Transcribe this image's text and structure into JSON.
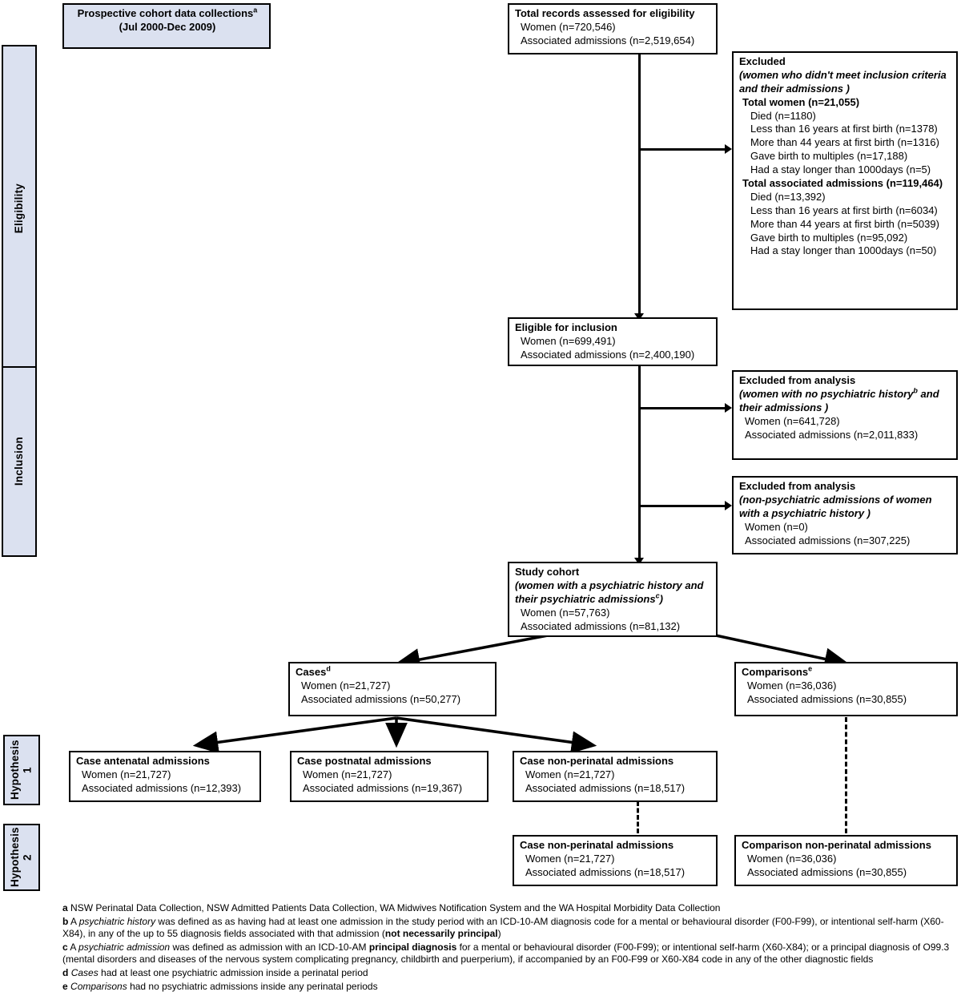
{
  "rails": [
    {
      "label": "Eligibility"
    },
    {
      "label": "Inclusion"
    },
    {
      "label": "Hypothesis 1"
    },
    {
      "label": "Hypothesis 2"
    }
  ],
  "boxes": {
    "source": {
      "title": "Prospective cohort data collections",
      "title_sup": "a",
      "subtitle": "(Jul 2000-Dec 2009)"
    },
    "total_records": {
      "title": "Total records assessed for eligibility",
      "lines": [
        "Women (n=720,546)",
        "Associated admissions (n=2,519,654)"
      ]
    },
    "excluded_eligibility": {
      "title": "Excluded",
      "subtitle_italic": "(women who didn't meet inclusion criteria and their admissions )",
      "total_women": "Total women (n=21,055)",
      "women_reasons": [
        "Died (n=1180)",
        "Less than 16 years at first birth (n=1378)",
        "More than 44 years at first birth (n=1316)",
        "Gave birth to multiples (n=17,188)",
        "Had a stay longer than 1000days (n=5)"
      ],
      "total_admissions": "Total associated admissions (n=119,464)",
      "admission_reasons": [
        "Died (n=13,392)",
        "Less than 16 years at first birth (n=6034)",
        "More than 44 years at first birth (n=5039)",
        "Gave birth to multiples (n=95,092)",
        "Had a stay longer than 1000days (n=50)"
      ]
    },
    "eligible": {
      "title": "Eligible for inclusion",
      "lines": [
        "Women (n=699,491)",
        "Associated admissions (n=2,400,190)"
      ]
    },
    "excluded_no_history": {
      "title": "Excluded from analysis",
      "subtitle_italic_a": "(women with no psychiatric history",
      "subtitle_sup": "b",
      "subtitle_italic_b": "and their admissions )",
      "lines": [
        "Women (n=641,728)",
        "Associated admissions (n=2,011,833)"
      ]
    },
    "excluded_non_psych": {
      "title": "Excluded from analysis",
      "subtitle_italic": "(non-psychiatric admissions of women with a psychiatric history )",
      "lines": [
        "Women (n=0)",
        "Associated admissions (n=307,225)"
      ]
    },
    "study_cohort": {
      "title": "Study cohort",
      "subtitle_italic_a": "(women with a psychiatric history and their psychiatric admissions",
      "subtitle_sup": "c",
      "subtitle_italic_b": ")",
      "lines": [
        "Women (n=57,763)",
        "Associated admissions (n=81,132)"
      ]
    },
    "cases": {
      "title": "Cases",
      "title_sup": "d",
      "lines": [
        "Women (n=21,727)",
        "Associated admissions (n=50,277)"
      ]
    },
    "comparisons": {
      "title": "Comparisons",
      "title_sup": "e",
      "lines": [
        "Women (n=36,036)",
        "Associated admissions (n=30,855)"
      ]
    },
    "case_antenatal": {
      "title": "Case antenatal admissions",
      "lines": [
        "Women (n=21,727)",
        "Associated admissions (n=12,393)"
      ]
    },
    "case_postnatal": {
      "title": "Case postnatal admissions",
      "lines": [
        "Women (n=21,727)",
        "Associated admissions (n=19,367)"
      ]
    },
    "case_nonperinatal_h1": {
      "title": "Case non-perinatal admissions",
      "lines": [
        "Women (n=21,727)",
        "Associated admissions (n=18,517)"
      ]
    },
    "case_nonperinatal_h2": {
      "title": "Case non-perinatal admissions",
      "lines": [
        "Women (n=21,727)",
        "Associated admissions (n=18,517)"
      ]
    },
    "comparison_nonperinatal_h2": {
      "title": "Comparison non-perinatal admissions",
      "lines": [
        "Women (n=36,036)",
        "Associated admissions (n=30,855)"
      ]
    }
  },
  "footnotes": {
    "a_marker": "a",
    "a_text": "NSW Perinatal Data Collection, NSW Admitted Patients Data Collection, WA Midwives Notification System and the WA Hospital Morbidity Data Collection",
    "b_marker": "b",
    "b_text_1": "A",
    "b_italic": "psychiatric history",
    "b_text_2": "was defined as as having had at least one admission in the study period with an ICD-10-AM diagnosis code for a mental or behavioural disorder (F00-F99), or intentional self-harm (X60-X84), in any of the up to 55 diagnosis fields associated with that admission (",
    "b_bold": "not necessarily principal",
    "b_text_3": ")",
    "c_marker": "c",
    "c_text_1": "A",
    "c_italic": "psychiatric admission",
    "c_text_2": "was defined as admission with an ICD-10-AM",
    "c_bold": "principal diagnosis",
    "c_text_3": "for a mental or behavioural disorder (F00-F99); or intentional self-harm (X60-X84); or a principal diagnosis of O99.3 (mental disorders and diseases of the nervous system complicating pregnancy, childbirth and puerperium), if accompanied by an F00-F99 or X60-X84 code in any of the other diagnostic fields",
    "d_marker": "d",
    "d_italic": "Cases",
    "d_text": "had at least one psychiatric admission inside a perinatal period",
    "e_marker": "e",
    "e_italic": "Comparisons",
    "e_text": "had no psychiatric admissions inside any perinatal periods"
  },
  "colors": {
    "shaded_box": "#dbe1f0",
    "outline": "#000000",
    "background": "#ffffff"
  }
}
